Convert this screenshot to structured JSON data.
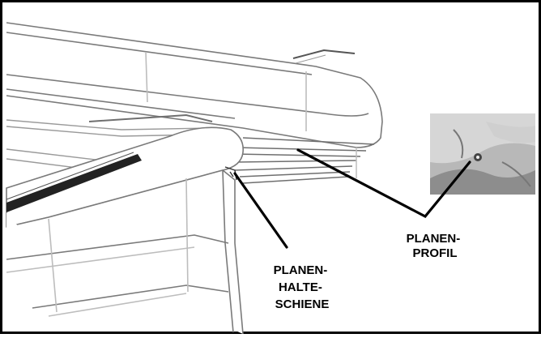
{
  "colors": {
    "line": "#000000",
    "drawing_stroke": "#7a7a7a",
    "drawing_light": "#bdbdbd",
    "background": "#ffffff",
    "photo_gray": "#9a9a9a"
  },
  "callouts": {
    "profile": {
      "lines": [
        "PLANEN-",
        "PROFIL"
      ]
    },
    "rail": {
      "lines": [
        "PLANEN-",
        "HALTE-",
        "SCHIENE"
      ]
    }
  },
  "inset_photo": {
    "icon": "tarp-profile-photo"
  }
}
